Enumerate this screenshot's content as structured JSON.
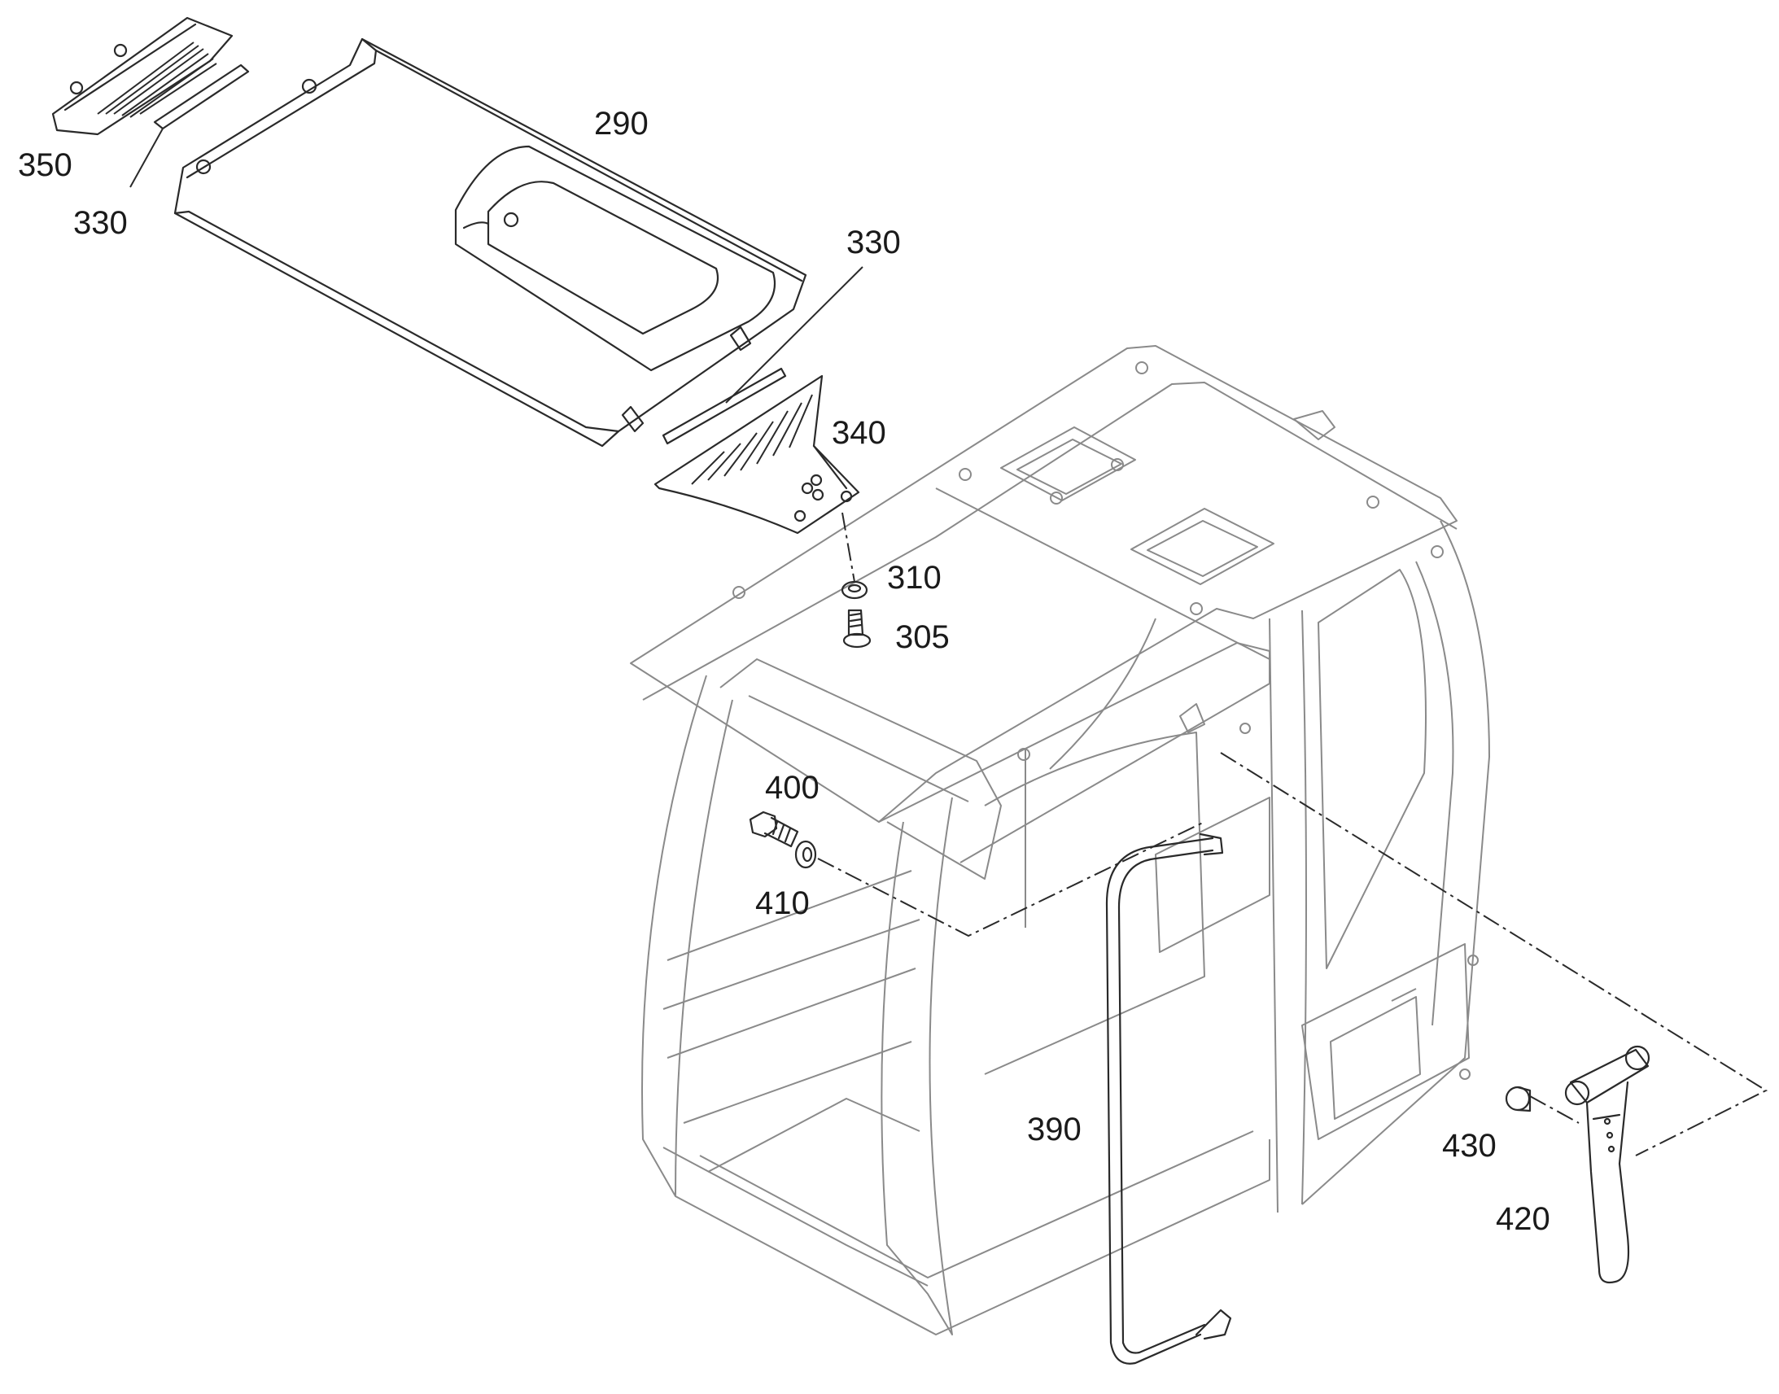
{
  "diagram": {
    "callouts": [
      {
        "id": "c290",
        "label": "290"
      },
      {
        "id": "c350",
        "label": "350"
      },
      {
        "id": "c330a",
        "label": "330"
      },
      {
        "id": "c330b",
        "label": "330"
      },
      {
        "id": "c340",
        "label": "340"
      },
      {
        "id": "c310",
        "label": "310"
      },
      {
        "id": "c305",
        "label": "305"
      },
      {
        "id": "c400",
        "label": "400"
      },
      {
        "id": "c410",
        "label": "410"
      },
      {
        "id": "c390",
        "label": "390"
      },
      {
        "id": "c430",
        "label": "430"
      },
      {
        "id": "c420",
        "label": "420"
      }
    ]
  }
}
